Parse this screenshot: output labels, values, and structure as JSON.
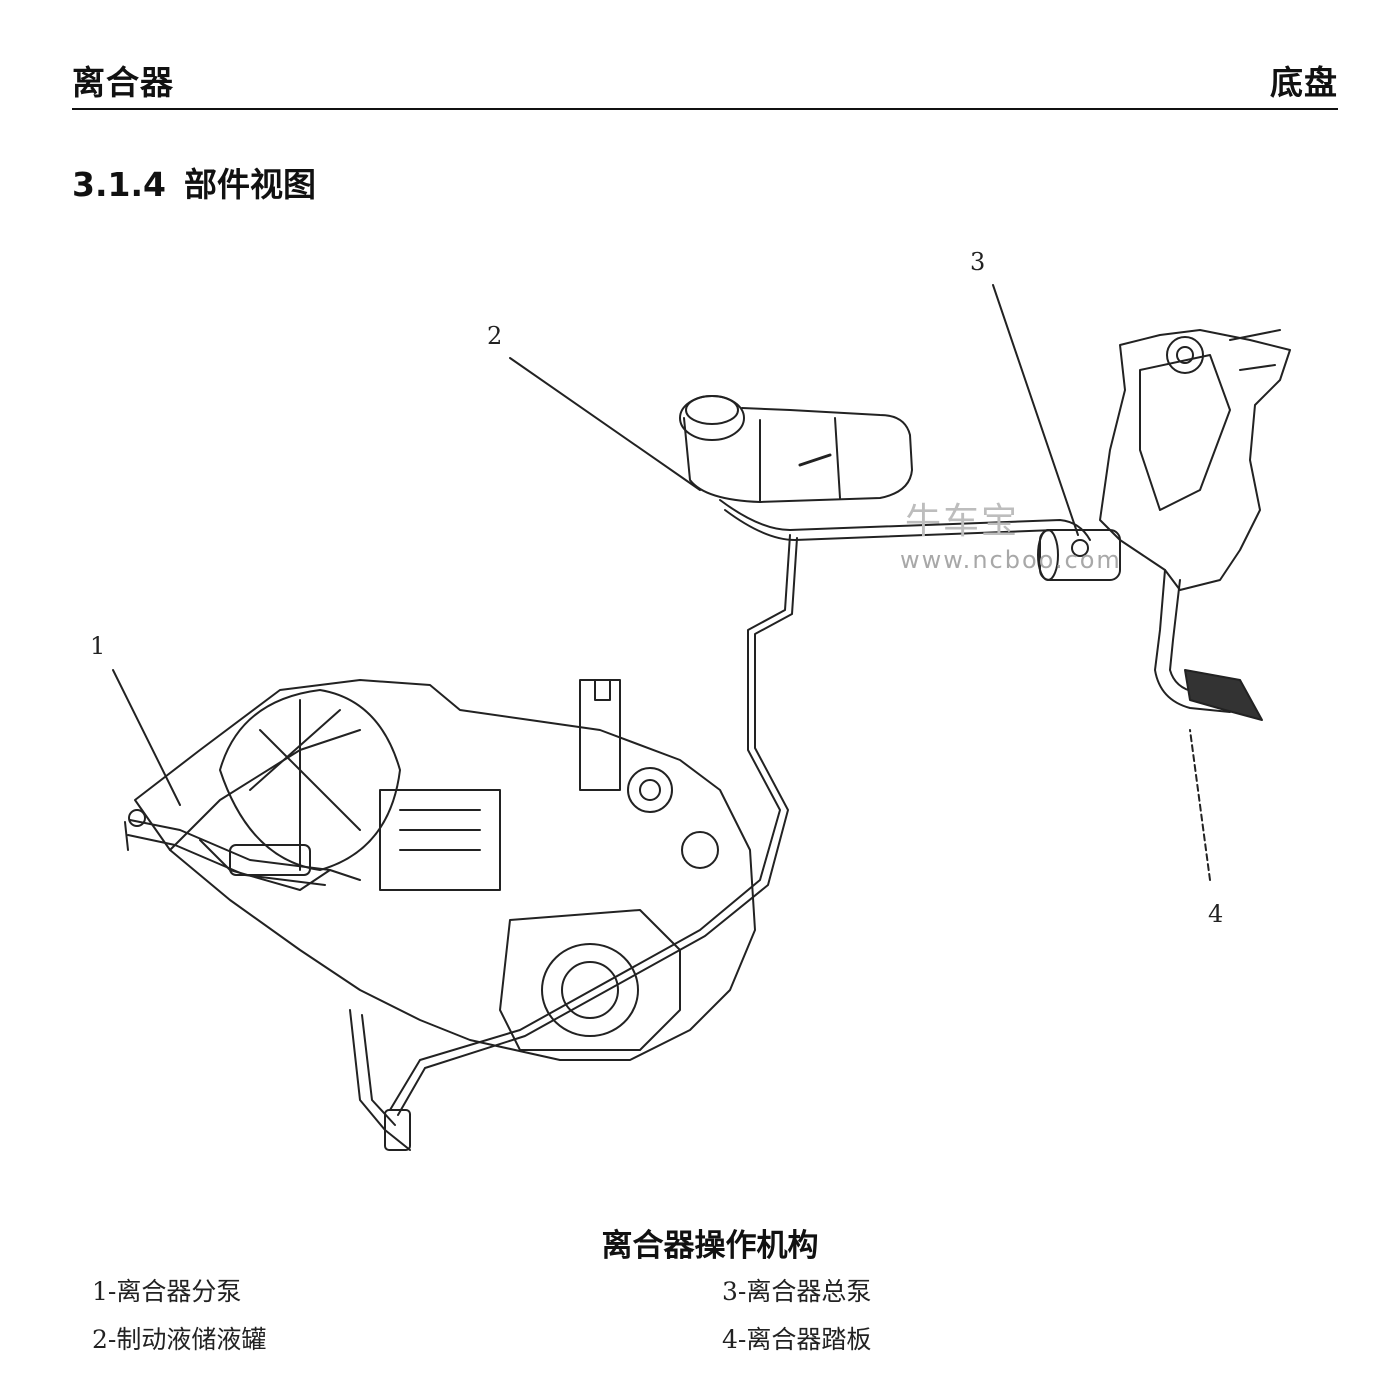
{
  "header": {
    "section": "离合器",
    "chapter": "底盘"
  },
  "subheading": {
    "number": "3.1.4",
    "title": "部件视图"
  },
  "callouts": [
    "1",
    "2",
    "3",
    "4"
  ],
  "watermark": {
    "text": "牛车宝",
    "url": "www.ncboo.com"
  },
  "figure": {
    "caption": "离合器操作机构",
    "legend": [
      "1-离合器分泵",
      "2-制动液储液罐",
      "3-离合器总泵",
      "4-离合器踏板"
    ]
  }
}
